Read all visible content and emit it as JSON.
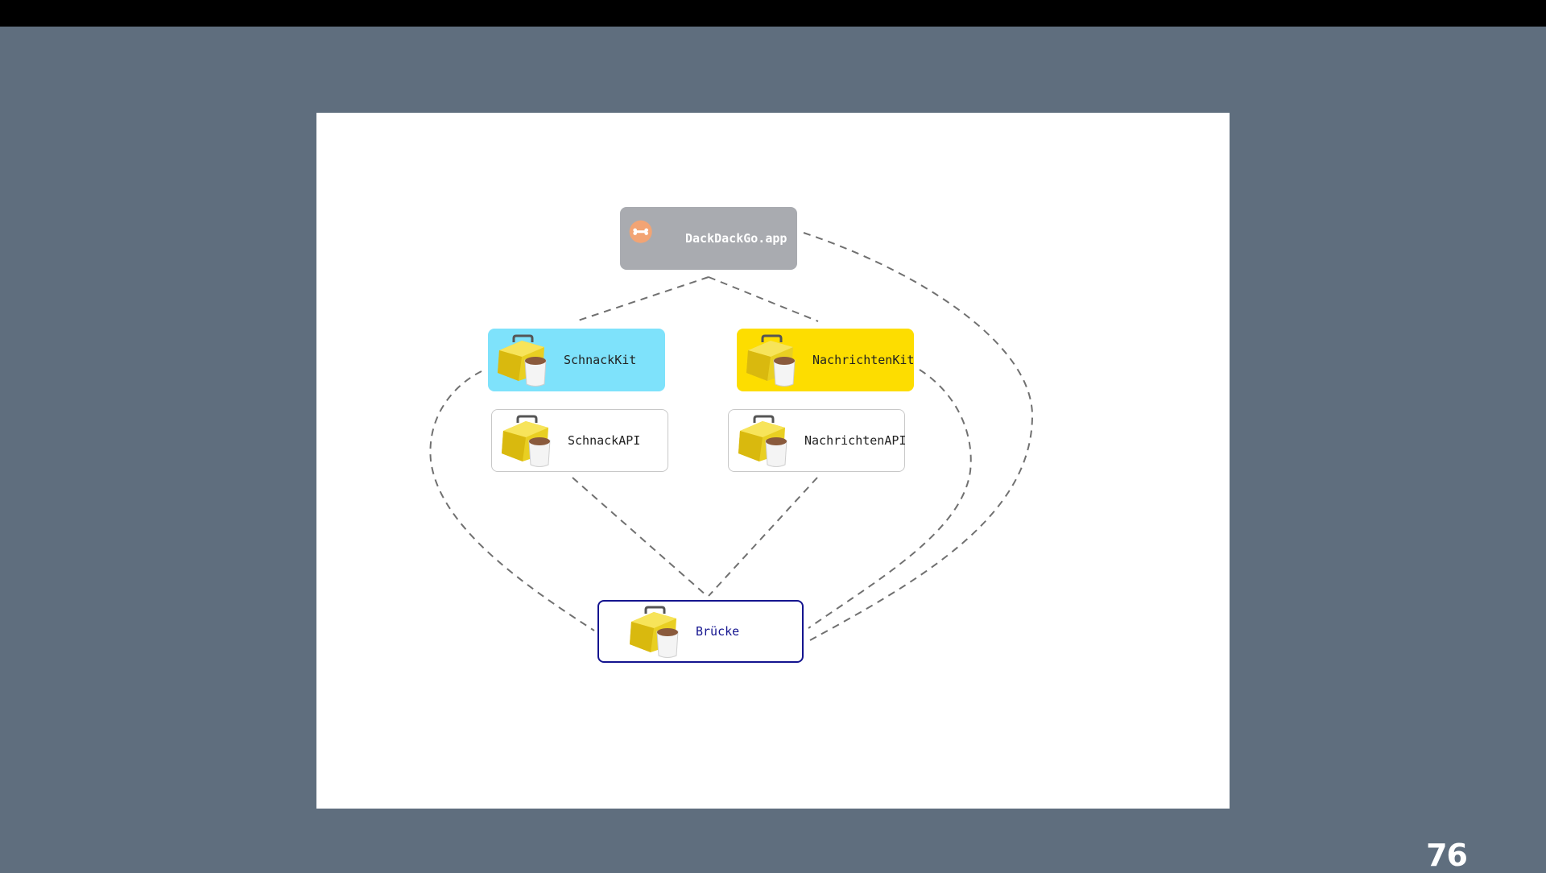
{
  "slide_number": "76",
  "diagram": {
    "nodes": {
      "app": {
        "label": "DackDackGo.app",
        "icon": "app-bone-icon",
        "color": "#a9abb0"
      },
      "schnackkit": {
        "label": "SchnackKit",
        "icon": "framework-toolbox-icon",
        "color": "#7ee2fb"
      },
      "nachrichtenkit": {
        "label": "NachrichtenKit",
        "icon": "framework-toolbox-icon",
        "color": "#fddd00"
      },
      "schnackapi": {
        "label": "SchnackAPI",
        "icon": "framework-toolbox-icon",
        "color": "#ffffff"
      },
      "nachrichtenapi": {
        "label": "NachrichtenAPI",
        "icon": "framework-toolbox-icon",
        "color": "#ffffff"
      },
      "bruecke": {
        "label": "Brücke",
        "icon": "framework-toolbox-icon",
        "color": "#14148f"
      }
    },
    "edges": [
      {
        "from": "app",
        "to": "schnackkit"
      },
      {
        "from": "app",
        "to": "nachrichtenkit"
      },
      {
        "from": "app",
        "to": "bruecke"
      },
      {
        "from": "schnackkit",
        "to": "bruecke"
      },
      {
        "from": "nachrichtenkit",
        "to": "bruecke"
      },
      {
        "from": "schnackapi",
        "to": "bruecke"
      },
      {
        "from": "nachrichtenapi",
        "to": "bruecke"
      }
    ],
    "edge_style": "dashed",
    "edge_color": "#707070"
  }
}
